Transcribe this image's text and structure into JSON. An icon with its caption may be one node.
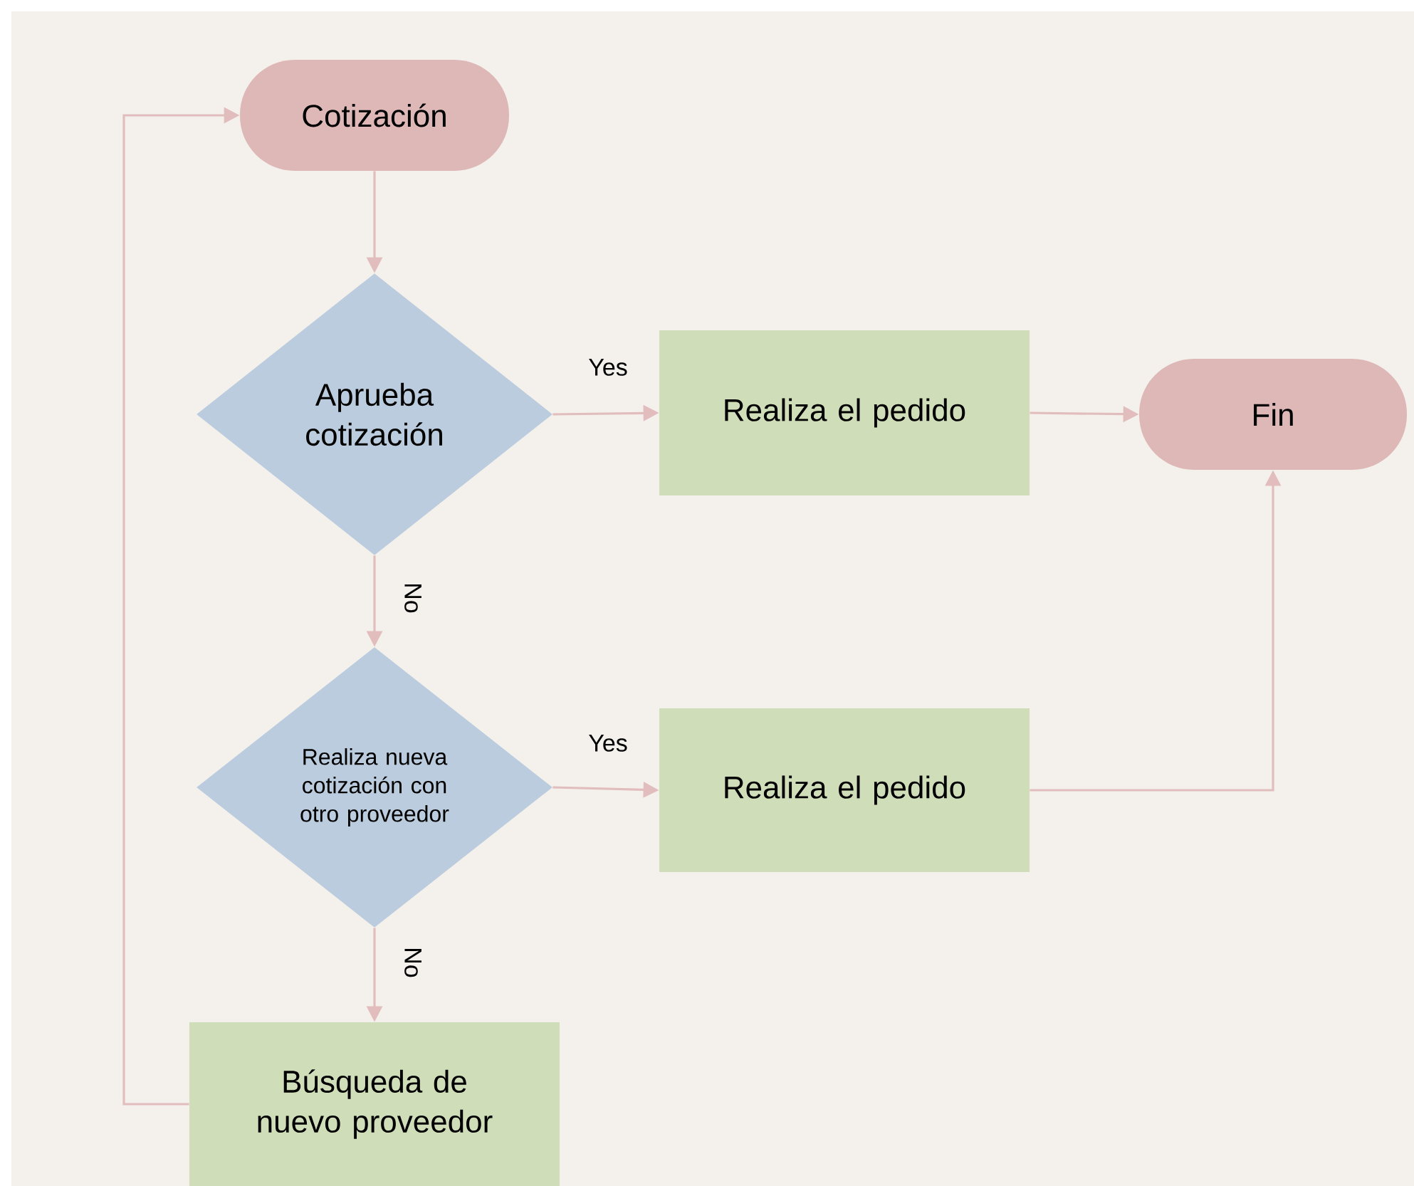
{
  "diagram": {
    "nodes": [
      {
        "text": [
          "Cotización"
        ]
      },
      {
        "text": [
          "Aprueba cotización"
        ]
      },
      {
        "text": [
          "Realiza el pedido"
        ]
      },
      {
        "text": [
          "Fin"
        ]
      },
      {
        "text": [
          "Realiza nueva cotización con otro proveedor"
        ]
      },
      {
        "text": [
          "Realiza el pedido"
        ]
      },
      {
        "text": [
          "Búsqueda de nuevo proveedor"
        ]
      }
    ],
    "edges": [
      {
        "from": 0,
        "to": 1,
        "arrow": "to"
      },
      {
        "from": 1,
        "to": 2,
        "arrow": "to",
        "label": "Yes"
      },
      {
        "from": 2,
        "to": 3,
        "arrow": "to"
      },
      {
        "from": 1,
        "to": 4,
        "arrow": "to",
        "label": "No"
      },
      {
        "from": 4,
        "to": 5,
        "arrow": "to",
        "label": "Yes"
      },
      {
        "from": 5,
        "to": 3,
        "arrow": "to"
      },
      {
        "from": 4,
        "to": 6,
        "arrow": "to",
        "label": "No"
      },
      {
        "from": 6,
        "to": 0,
        "arrow": "to"
      }
    ]
  }
}
